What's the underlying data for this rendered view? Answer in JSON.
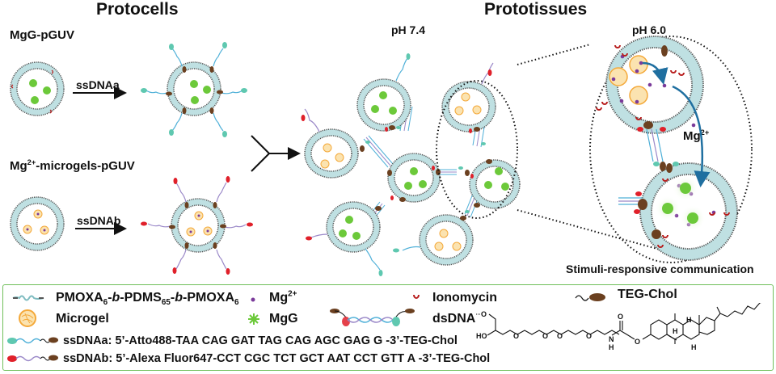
{
  "headings": {
    "protocells": "Protocells",
    "prototissues": "Prototissues"
  },
  "protocells": {
    "mgg_label": "MgG-pGUV",
    "microgel_label_pre": "Mg",
    "microgel_label_sup": "2+",
    "microgel_label_post": "-microgels-pGUV",
    "arrow_a_label": "ssDNAa",
    "arrow_b_label": "ssDNAb"
  },
  "prototissues": {
    "ph_left": "pH 7.4",
    "ph_right": "pH 6.0",
    "ion_label_pre": "Mg",
    "ion_label_sup": "2+",
    "caption": "Stimuli-responsive communication"
  },
  "legend": {
    "polymer": {
      "p1": "PMOXA",
      "s1": "6",
      "p2": "-",
      "i1": "b",
      "p3": "-PDMS",
      "s2": "65",
      "p4": "-",
      "i2": "b",
      "p5": "-PMOXA",
      "s3": "6"
    },
    "microgel": "Microgel",
    "mg_ion_pre": "Mg",
    "mg_ion_sup": "2+",
    "mgg": "MgG",
    "ionomycin": "Ionomycin",
    "dsdna": "dsDNA",
    "teg_chol": "TEG-Chol",
    "ssdna_a": "ssDNAa: 5’-Atto488-TAA CAG GAT TAG CAG AGC GAG G -3’-TEG-Chol",
    "ssdna_b": "ssDNAb: 5’-Alexa Fluor647-CCT CGC TCT GCT AAT CCT GTT A -3’-TEG-Chol",
    "structure_atoms": {
      "o_top": "O",
      "ho": "HO",
      "o1": "O",
      "o2": "O",
      "o3": "O",
      "o4": "O",
      "n": "N",
      "h_n": "H",
      "o_carb": "O",
      "o_ester": "O",
      "h1": "H",
      "h2": "H",
      "h3": "H"
    }
  },
  "colors": {
    "membrane": "#bfe0e2",
    "membrane_tail": "#555555",
    "mgg": "#6cc93a",
    "microgel": "#f4a93a",
    "mg_ion": "#7a3a9a",
    "ionomycin": "#b81e1e",
    "chol": "#6b4020",
    "ssdna_a": "#4fb0d8",
    "ssdna_a_dye": "#5fc8b0",
    "ssdna_b": "#9a88c8",
    "ssdna_b_dye": "#e0202a",
    "arrow_blue": "#1f6fa0",
    "legend_border": "#6fbf5a"
  }
}
